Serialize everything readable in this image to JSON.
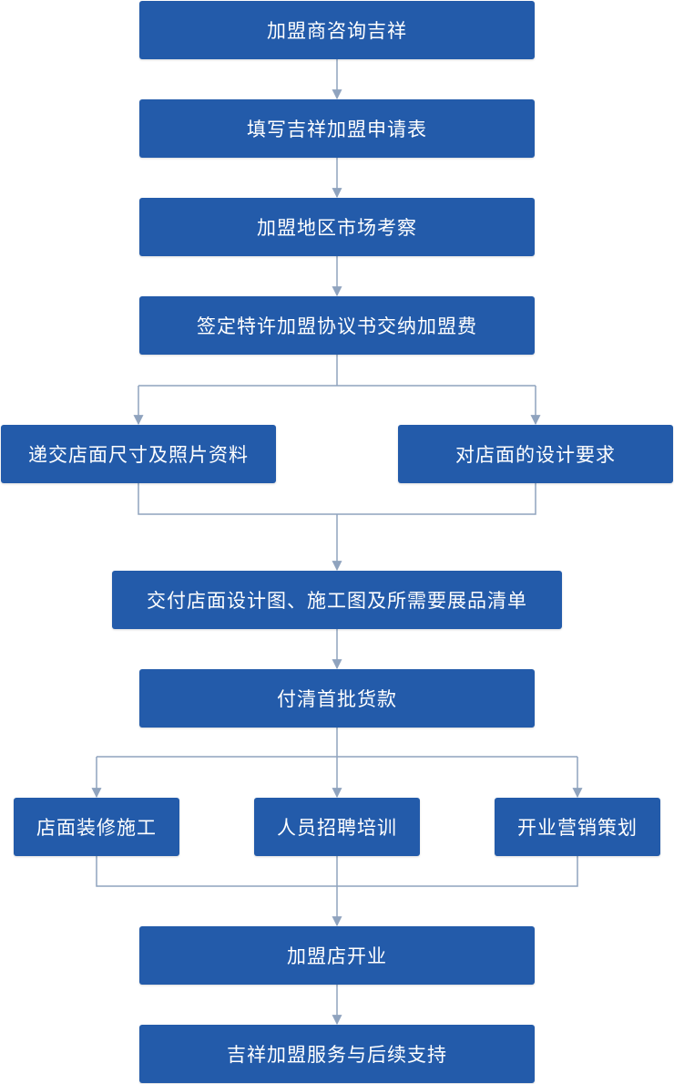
{
  "colors": {
    "node_fill": "#235BAA",
    "node_text": "#FFFFFF",
    "connector": "#8FA3BE"
  },
  "nodes": {
    "n1": "加盟商咨询吉祥",
    "n2": "填写吉祥加盟申请表",
    "n3": "加盟地区市场考察",
    "n4": "签定特许加盟协议书交纳加盟费",
    "n5": "递交店面尺寸及照片资料",
    "n6": "对店面的设计要求",
    "n7": "交付店面设计图、施工图及所需要展品清单",
    "n8": "付清首批货款",
    "n9": "店面装修施工",
    "n10": "人员招聘培训",
    "n11": "开业营销策划",
    "n12": "加盟店开业",
    "n13": "吉祥加盟服务与后续支持"
  }
}
